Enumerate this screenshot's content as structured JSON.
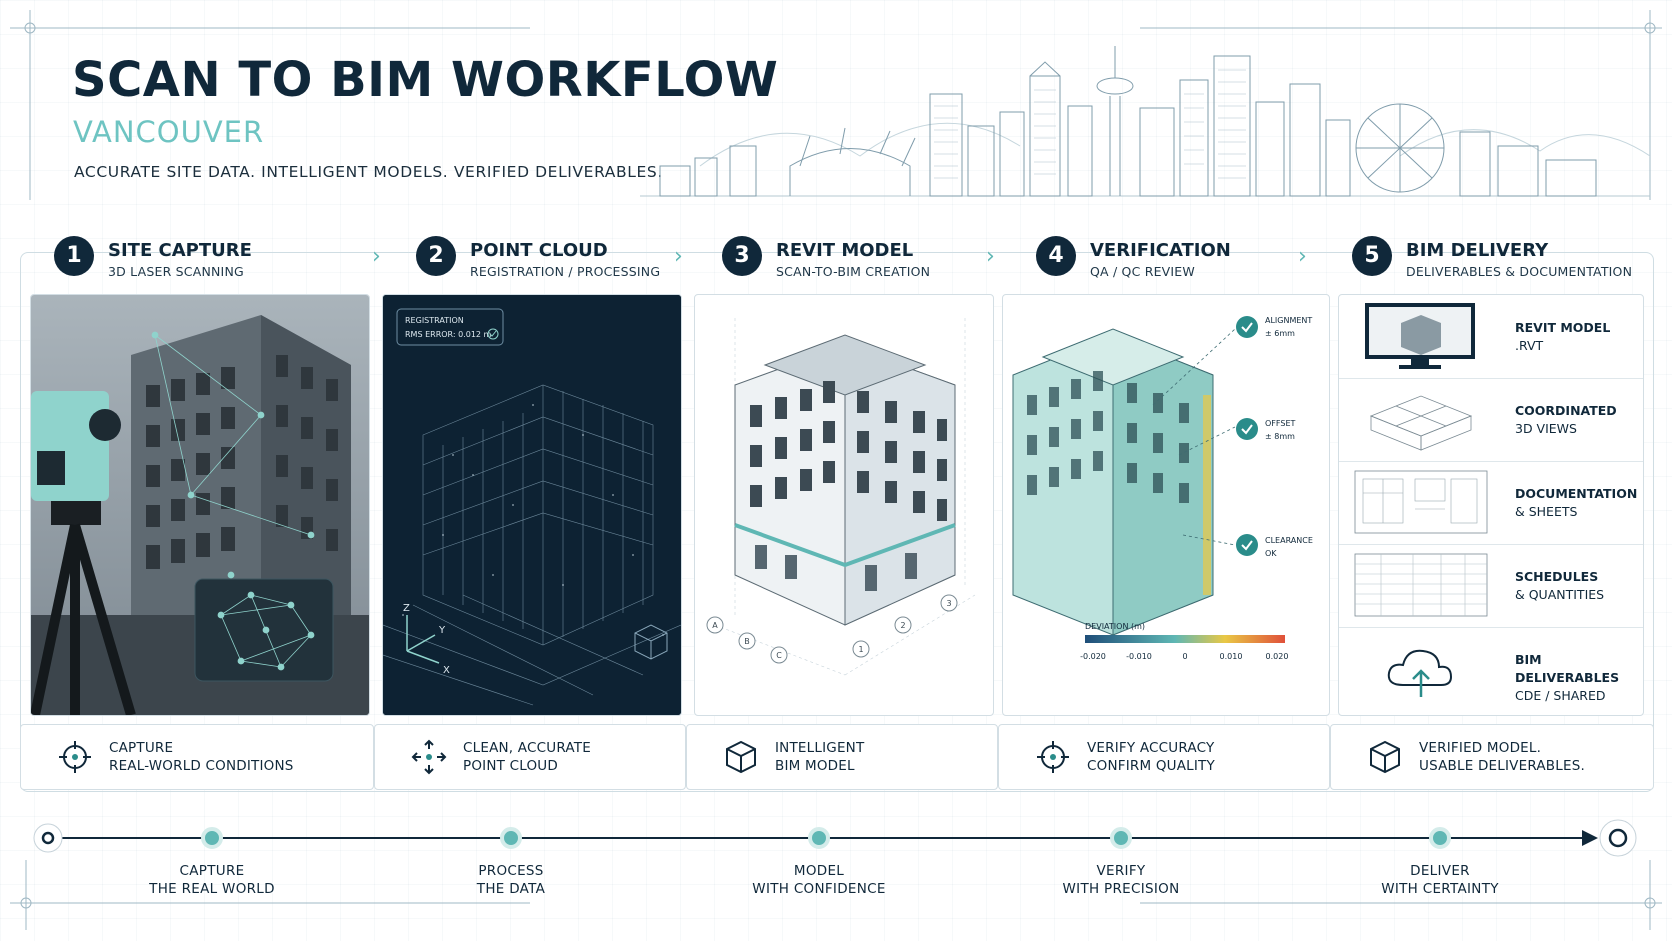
{
  "header": {
    "title": "SCAN TO BIM WORKFLOW",
    "subtitle": "VANCOUVER",
    "tagline": "ACCURATE SITE DATA. INTELLIGENT MODELS. VERIFIED DELIVERABLES."
  },
  "steps": [
    {
      "num": "1",
      "title": "SITE CAPTURE",
      "sub": "3D LASER SCANNING",
      "benefit": [
        "CAPTURE",
        "REAL-WORLD CONDITIONS"
      ]
    },
    {
      "num": "2",
      "title": "POINT CLOUD",
      "sub": "REGISTRATION / PROCESSING",
      "benefit": [
        "CLEAN, ACCURATE",
        "POINT CLOUD"
      ]
    },
    {
      "num": "3",
      "title": "REVIT MODEL",
      "sub": "SCAN-TO-BIM CREATION",
      "benefit": [
        "INTELLIGENT",
        "BIM MODEL"
      ]
    },
    {
      "num": "4",
      "title": "VERIFICATION",
      "sub": "QA / QC REVIEW",
      "benefit": [
        "VERIFY ACCURACY",
        "CONFIRM QUALITY"
      ]
    },
    {
      "num": "5",
      "title": "BIM DELIVERY",
      "sub": "DELIVERABLES & DOCUMENTATION",
      "benefit": [
        "VERIFIED MODEL.",
        "USABLE DELIVERABLES."
      ]
    }
  ],
  "pointcloud": {
    "reg_title": "REGISTRATION",
    "rms": "RMS ERROR: 0.012 m",
    "axes": {
      "z": "Z",
      "y": "Y",
      "x": "X"
    }
  },
  "revit": {
    "grid_letters": [
      "A",
      "B",
      "C"
    ],
    "grid_numbers": [
      "1",
      "2",
      "3"
    ]
  },
  "verification": {
    "checks": [
      {
        "label": "ALIGNMENT",
        "value": "± 6mm"
      },
      {
        "label": "OFFSET",
        "value": "± 8mm"
      },
      {
        "label": "CLEARANCE",
        "value": "OK"
      }
    ],
    "legend_title": "DEVIATION (m)",
    "legend_ticks": [
      "-0.020",
      "-0.010",
      "0",
      "0.010",
      "0.020"
    ]
  },
  "deliverables": [
    {
      "title": "REVIT MODEL",
      "sub": ".RVT"
    },
    {
      "title": "COORDINATED",
      "sub": "3D VIEWS"
    },
    {
      "title": "DOCUMENTATION",
      "sub": "& SHEETS"
    },
    {
      "title": "SCHEDULES",
      "sub": "& QUANTITIES"
    },
    {
      "title": "BIM DELIVERABLES",
      "sub": "CDE / SHARED"
    }
  ],
  "timeline": [
    [
      "CAPTURE",
      "THE REAL WORLD"
    ],
    [
      "PROCESS",
      "THE DATA"
    ],
    [
      "MODEL",
      "WITH CONFIDENCE"
    ],
    [
      "VERIFY",
      "WITH PRECISION"
    ],
    [
      "DELIVER",
      "WITH CERTAINTY"
    ]
  ],
  "colors": {
    "navy": "#10283a",
    "teal": "#5fb7b4",
    "teal_light": "#8fd3cc",
    "deviation_low": "#1f4e79",
    "deviation_high": "#e0503a"
  }
}
